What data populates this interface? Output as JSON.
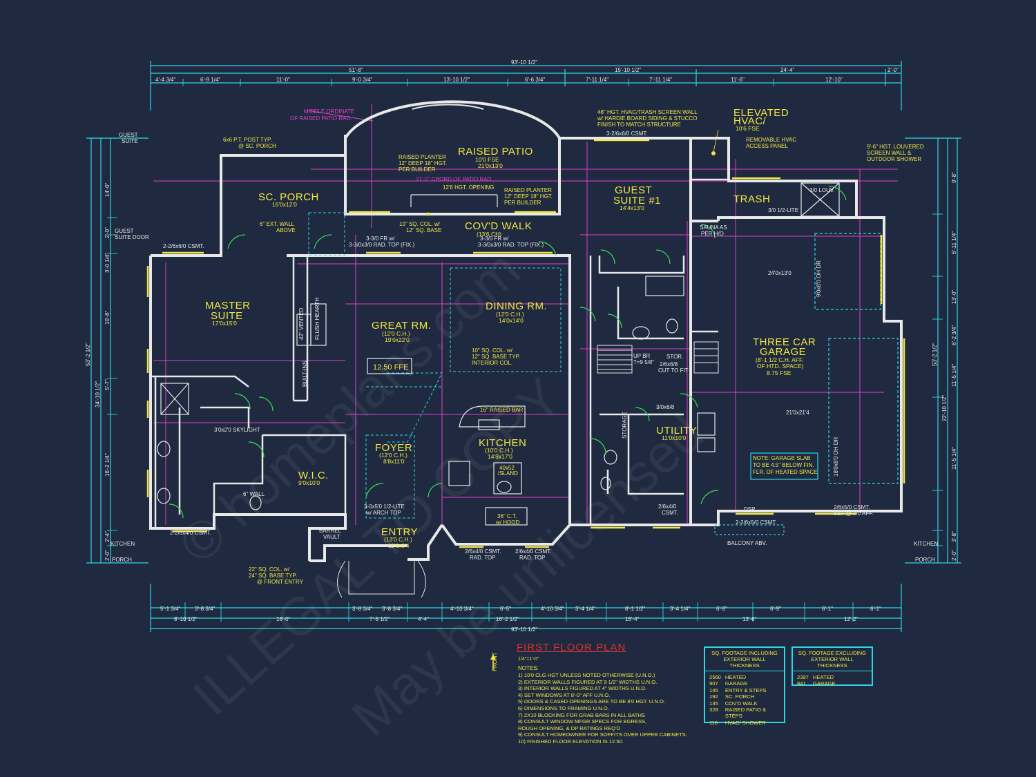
{
  "plan": {
    "title": "FIRST FLOOR PLAN",
    "scale": "1/4\"=1'-0\"",
    "north_label": "FRONT",
    "ffe_box": "12.50 FFE",
    "notes_heading": "NOTES:",
    "notes": [
      "1) 10'0 CLG HGT UNLESS NOTED OTHERWISE (U.N.O.)",
      "2) EXTERIOR WALLS FIGURED AT 9 1/2\" WIDTHS U.N.O.",
      "3) INTERIOR WALLS FIGURED AT 4\" WIDTHS U.N.O.",
      "4) SET WINDOWS AT 8'-0\" AFF U.N.O.",
      "5) DOORS & CASED OPENINGS ARE TO BE 8'0 HGT. U.N.O.",
      "6) DIMENSIONS TO FRAMING U.N.O.",
      "7) 2X10 BLOCKING FOR GRAB BARS IN ALL BATHS",
      "8) CONSULT WINDOW MFGR SPECS FOR EGRESS,",
      "   ROUGH OPENING, & DP RATINGS REQ'D",
      "9) CONSULT HOMEOWNER FOR SOFFITS OVER UPPER CABINETS.",
      "10) FINISHED FLOOR ELEVATION IS 12.50."
    ]
  },
  "sqft_incl": {
    "heading_1": "SQ. FOOTAGE INCLUDING",
    "heading_2": "EXTERIOR WALL THICKNESS",
    "rows": [
      [
        "2560",
        "HEATED"
      ],
      [
        "907",
        "GARAGE"
      ],
      [
        "145",
        "ENTRY & STEPS"
      ],
      [
        "192",
        "SC. PORCH"
      ],
      [
        "135",
        "COV'D WALK"
      ],
      [
        "328",
        "RAISED PATIO & STEPS"
      ],
      [
        "110",
        "HVAC/ SHOWER"
      ]
    ]
  },
  "sqft_excl": {
    "heading_1": "SQ. FOOTAGE EXCLUDING",
    "heading_2": "EXTERIOR WALL THICKNESS",
    "rows": [
      [
        "2397",
        "HEATED"
      ],
      [
        "841",
        "GARAGE"
      ]
    ]
  },
  "rooms": {
    "raised_patio": {
      "name": "RAISED PATIO",
      "sub": "10'0 FSE",
      "size": "21'0x13'0"
    },
    "sc_porch": {
      "name": "SC. PORCH",
      "size": "16'0x12'0"
    },
    "covd_walk": {
      "name": "COV'D WALK",
      "sub": "(13'6 CH)"
    },
    "guest_suite": {
      "name_1": "GUEST",
      "name_2": "SUITE #1",
      "size": "14'4x13'0"
    },
    "master_suite": {
      "name_1": "MASTER",
      "name_2": "SUITE",
      "size": "17'0x15'0"
    },
    "great_rm": {
      "name": "GREAT RM.",
      "sub": "(12'0 C.H.)",
      "size": "19'0x22'0"
    },
    "dining_rm": {
      "name": "DINING RM.",
      "sub": "(12'0 C.H.)",
      "size": "14'0x14'0"
    },
    "kitchen": {
      "name": "KITCHEN",
      "sub": "(10'0 C.H.)",
      "size": "14'8x17'0"
    },
    "foyer": {
      "name": "FOYER",
      "sub": "(12'0 C.H.)",
      "size": "8'8x11'0"
    },
    "entry": {
      "name": "ENTRY",
      "sub": "(13'0 C.H.)",
      "size": "11'6x8'4"
    },
    "wic": {
      "name": "W.I.C.",
      "size": "9'0x10'0"
    },
    "utility": {
      "name": "UTILITY",
      "size": "11'0x10'0"
    },
    "garage": {
      "name_1": "THREE CAR",
      "name_2": "GARAGE",
      "sub_1": "(8'-1 1/2 C.H. AFF.",
      "sub_2": "OF HTD. SPACE)",
      "sub_3": "8.75 FSE"
    },
    "elevated_hvac": {
      "name_1": "ELEVATED",
      "name_2": "HVAC/",
      "sub": "10'6 FSE"
    },
    "trash": {
      "name": "TRASH"
    }
  },
  "notes": {
    "hvac_screen": [
      "48\" HGT. HVAC/TRASH SCREEN WALL",
      "w/ HARDIE BOARD SIDING & STUCCO",
      "FINISH TO MATCH STRUCTURE"
    ],
    "removable_hvac": [
      "REMOVABLE HVAC",
      "ACCESS PANEL"
    ],
    "louvered": [
      "9'-6\" HGT. LOUVERED",
      "SCREEN WALL &",
      "OUTDOOR SHOWER"
    ],
    "planter_1": [
      "RAISED PLANTER",
      "12\" DEEP 18\" HGT.",
      "PER BUILDER"
    ],
    "planter_2": [
      "RAISED PLANTER",
      "12\" DEEP 18\" HGT.",
      "PER BUILDER"
    ],
    "middle_ordinate": [
      "MIDDLE ORDINATE",
      "OF RAISED PATIO RAD."
    ],
    "chord": "21'-0\" CHORD OF PATIO RAD.",
    "opening": "12'6 HGT. OPENING",
    "post": [
      "6x6 P.T. POST TYP.",
      "@ SC. PORCH"
    ],
    "ext_wall": [
      "6\" EXT. WALL",
      "ABOVE"
    ],
    "col_10": [
      "10\" SQ. COL. w/",
      "12\" SQ. BASE"
    ],
    "col_interior": [
      "10\" SQ. COL. w/",
      "12\" SQ. BASE TYP.",
      "INTERIOR COL."
    ],
    "col_22": [
      "22\" SQ. COL. w/",
      "24\" SQ. BASE TYP.",
      "@ FRONT ENTRY"
    ],
    "raised_bar": "16\" RAISED BAR",
    "island": [
      "40x52",
      "ISLAND"
    ],
    "ct_hood": [
      "36\" C.T.",
      "w/ HOOD"
    ],
    "garage_slab": [
      "NOTE: GARAGE SLAB",
      "TO BE 4.5\" BELOW FIN.",
      "FLR. OF HEATED SPACE"
    ],
    "balcony": "BALCONY ABV.",
    "barrel": [
      "BARREL",
      "VAULT"
    ],
    "arch_top": [
      "3-0x5'0 1/2-LITE",
      "w/ ARCH TOP"
    ],
    "sauna": [
      "SAUNA AS",
      "PER H/O"
    ],
    "guest_suite_top": [
      "GUEST",
      "SUITE"
    ],
    "guest_suite_door": [
      "GUEST",
      "SUITE DOOR"
    ],
    "kitchen_porch_l": [
      "KITCHEN",
      "PORCH"
    ],
    "kitchen_porch_r": [
      "KITCHEN",
      "PORCH"
    ],
    "skylight": "3'0x2'0 SKYLIGHT",
    "built_ins": "BUILT-INS",
    "vented_hearth": [
      "42\" VENTED",
      "FLUSH HEARTH"
    ],
    "storage": "STORAGE",
    "stor": "STOR.",
    "cut_to_fit": [
      "2/6x6/8",
      "CUT TO FIT"
    ],
    "up_br": [
      "UP BR",
      "T=9 5/8\""
    ],
    "door_3068": "3/0x6/8",
    "louv": "3/0 LOUV.",
    "lite_12": "3/0 1/2-LITE",
    "csmt_guest": "3-2/6x6/0 CSMT.",
    "csmt_master": "2-2/6x6/0 CSMT.",
    "csmt_garage": "2-2/6x5/0 CSMT.",
    "csmt_garage_set": [
      "2/6x5/0 CSMT.",
      "SET @ 7/0 AFF."
    ],
    "csmt_bot1": [
      "2/6x4/0 CSMT.",
      "RAD. TOP"
    ],
    "csmt_bot2": [
      "2/6x4/0 CSMT.",
      "RAD. TOP"
    ],
    "csmt_bot3": "2-2/6x4/0 CSMT.",
    "csmt_bot4": [
      "2/6x4/0",
      "CSMT."
    ],
    "fr_rad": [
      "3-3/0 FR w/",
      "3-3/0x3/0 RAD. TOP (FIX.)"
    ],
    "fr_rad2": [
      "3-3/0 FR w/",
      "3-3/0x3/0 RAD. TOP (FIX.)"
    ],
    "door_oh_1": "9'0x8'0 OH DR",
    "door_oh_2": "18'0x8'0 OH DR",
    "garage_dim1": "24'0x13'0",
    "garage_dim2": "21'0x21'4",
    "step": "6\" WALL",
    "ldsp": "DSP"
  },
  "dims": {
    "top_total": "93'-10 1/2\"",
    "top_row1": [
      "51'-8\"",
      "15'-10 1/2\"",
      "24'-4\"",
      "2'-0\""
    ],
    "top_row2": [
      "4'-4 3/4\"",
      "6'-9 1/4\"",
      "11'-0\"",
      "9'-0 3/4\"",
      "13'-10 1/2\"",
      "6'-6 3/4\"",
      "7'-11 1/4\"",
      "7'-11 1/4\"",
      "11'-6\"",
      "12'-10\""
    ],
    "bot_total": "93'-10 1/2\"",
    "bot_row1": [
      "5'-1 3/4\"",
      "3'-8 3/4\"",
      "3'-8 3/4\"",
      "3'-8 3/4\"",
      "4'-10 3/4\"",
      "6'-5\"",
      "4'-10 3/4\"",
      "3'-4 1/4\"",
      "8'-1 1/2\"",
      "3'-4 1/4\"",
      "6'-9\"",
      "6'-9\"",
      "6'-1\"",
      "6'-1\""
    ],
    "bot_row2": [
      "8'-10 1/2\"",
      "16'-0\"",
      "7'-5 1/2\"",
      "4'-4\"",
      "16'-2 1/2\"",
      "15'-4\"",
      "13'-6\"",
      "12'-2\""
    ],
    "left_total": "53'-2 1/2\"",
    "left_1": [
      "14'-0\"",
      "2'-0\"",
      "3'-0 1/4\"",
      "10'-6\"",
      "5'-7\"",
      "16'-2 1/4\"",
      "2'-4\"",
      "2'-0\""
    ],
    "left_2": "34'-10 1/2\"",
    "right_total": "53'-2 1/2\"",
    "right_1": [
      "9'-8\"",
      "6'-11 1/4\"",
      "13'-0\"",
      "6'-2 3/4\"",
      "11'-5 1/4\"",
      "11'-5 1/4\"",
      "3'-8\"",
      "2'-0\""
    ],
    "right_2": "22'-10 1/2\""
  },
  "watermark": {
    "line_1": "ILLEGAL TO COPY",
    "line_2": "May be unlicensed",
    "line_3": "© homeplans.com"
  }
}
